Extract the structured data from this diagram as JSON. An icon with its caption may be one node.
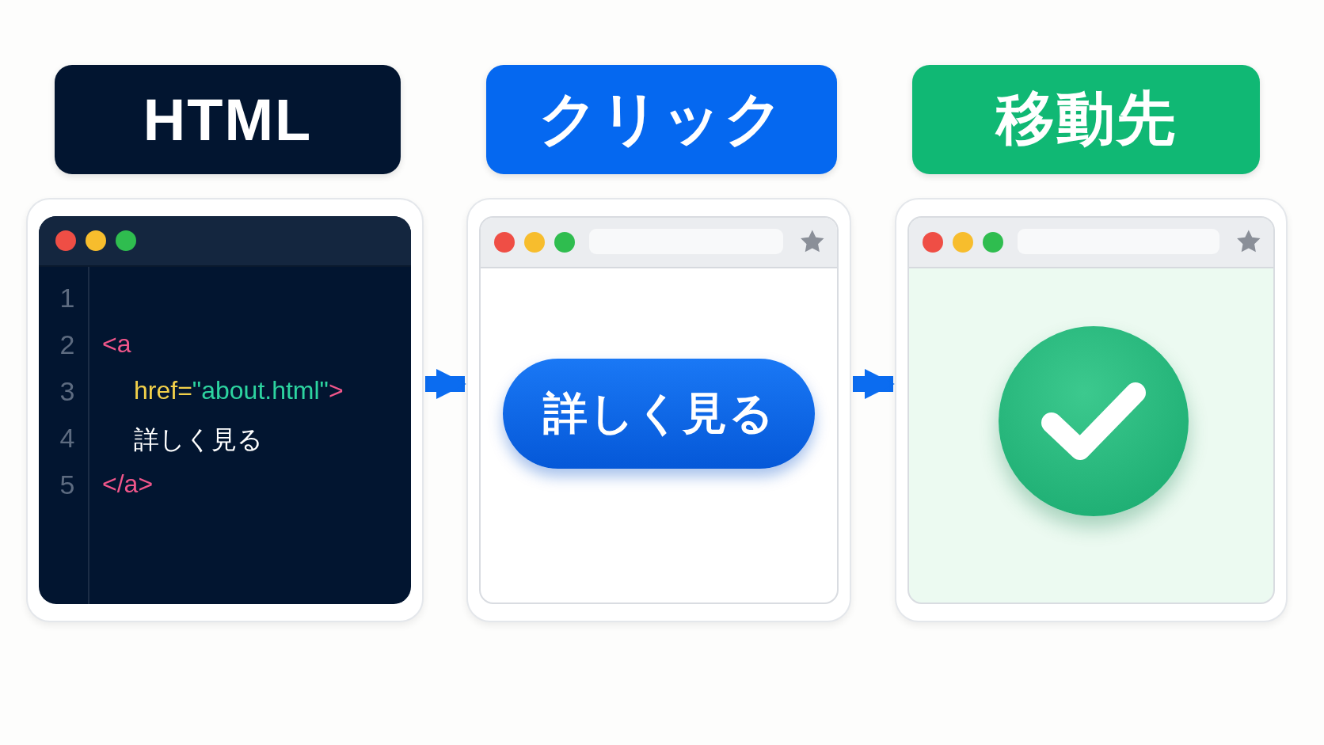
{
  "diagram": {
    "nodes": [
      {
        "text": [
          "HTML"
        ]
      },
      {
        "text": [
          "クリック"
        ]
      },
      {
        "text": [
          "移動先"
        ]
      },
      {
        "text": [
          "1",
          "2",
          "3",
          "4",
          "5",
          "<a",
          "href=\"about.html\">",
          "詳しく見る",
          "</a>"
        ]
      },
      {
        "text": [],
        "shape": "box"
      },
      {
        "text": [],
        "shape": "box"
      },
      {
        "text": [
          "詳しく見る"
        ],
        "in": 4
      },
      {
        "text": [],
        "shape": "circle",
        "in": 5
      }
    ],
    "edges": [
      {
        "from": 3,
        "to": 4,
        "arrow": "to"
      },
      {
        "from": 4,
        "to": 5,
        "arrow": "to"
      }
    ]
  }
}
